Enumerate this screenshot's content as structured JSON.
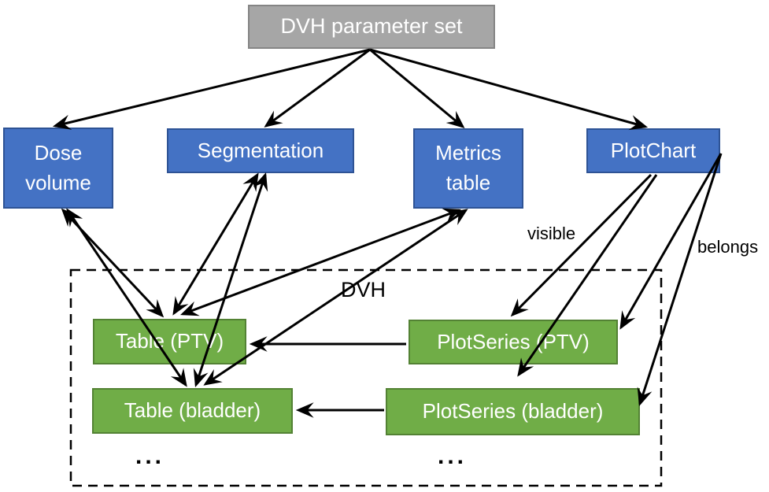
{
  "diagram": {
    "nodes": {
      "root": {
        "label": "DVH parameter set"
      },
      "dose_volume": {
        "label": "Dose volume"
      },
      "segmentation": {
        "label": "Segmentation"
      },
      "metrics_table": {
        "label": "Metrics table"
      },
      "plot_chart": {
        "label": "PlotChart"
      },
      "table_ptv": {
        "label": "Table (PTV)"
      },
      "table_bladder": {
        "label": "Table (bladder)"
      },
      "plotseries_ptv": {
        "label": "PlotSeries (PTV)"
      },
      "plotseries_bladder": {
        "label": "PlotSeries (bladder)"
      }
    },
    "edge_labels": {
      "visible": "visible",
      "belongs": "belongs",
      "dvh": "DVH"
    },
    "ellipsis_left": "...",
    "ellipsis_right": "...",
    "edges": [
      {
        "from": "DVH parameter set",
        "to": "Dose volume",
        "type": "arrow"
      },
      {
        "from": "DVH parameter set",
        "to": "Segmentation",
        "type": "arrow"
      },
      {
        "from": "DVH parameter set",
        "to": "Metrics table",
        "type": "arrow"
      },
      {
        "from": "DVH parameter set",
        "to": "PlotChart",
        "type": "arrow"
      },
      {
        "from": "Dose volume",
        "to": "Table (PTV)",
        "type": "double-arrow"
      },
      {
        "from": "Dose volume",
        "to": "Table (bladder)",
        "type": "double-arrow"
      },
      {
        "from": "Segmentation",
        "to": "Table (PTV)",
        "type": "double-arrow"
      },
      {
        "from": "Segmentation",
        "to": "Table (bladder)",
        "type": "double-arrow"
      },
      {
        "from": "Metrics table",
        "to": "Table (PTV)",
        "type": "double-arrow",
        "label": "DVH"
      },
      {
        "from": "Metrics table",
        "to": "Table (bladder)",
        "type": "double-arrow",
        "label": "DVH"
      },
      {
        "from": "PlotSeries (PTV)",
        "to": "Table (PTV)",
        "type": "arrow"
      },
      {
        "from": "PlotSeries (bladder)",
        "to": "Table (bladder)",
        "type": "arrow"
      },
      {
        "from": "PlotChart",
        "to": "PlotSeries (PTV)",
        "type": "arrow",
        "label": "visible"
      },
      {
        "from": "PlotChart",
        "to": "PlotSeries (bladder)",
        "type": "arrow",
        "label": "visible"
      },
      {
        "from": "PlotChart",
        "to": "PlotSeries (PTV)",
        "type": "arrow",
        "label": "belongs"
      },
      {
        "from": "PlotChart",
        "to": "PlotSeries (bladder)",
        "type": "arrow",
        "label": "belongs"
      }
    ],
    "colors": {
      "root_fill": "#a6a6a6",
      "class_fill": "#4472c4",
      "instance_fill": "#70ad47",
      "arrow": "#000000",
      "group_border": "#000000"
    }
  }
}
